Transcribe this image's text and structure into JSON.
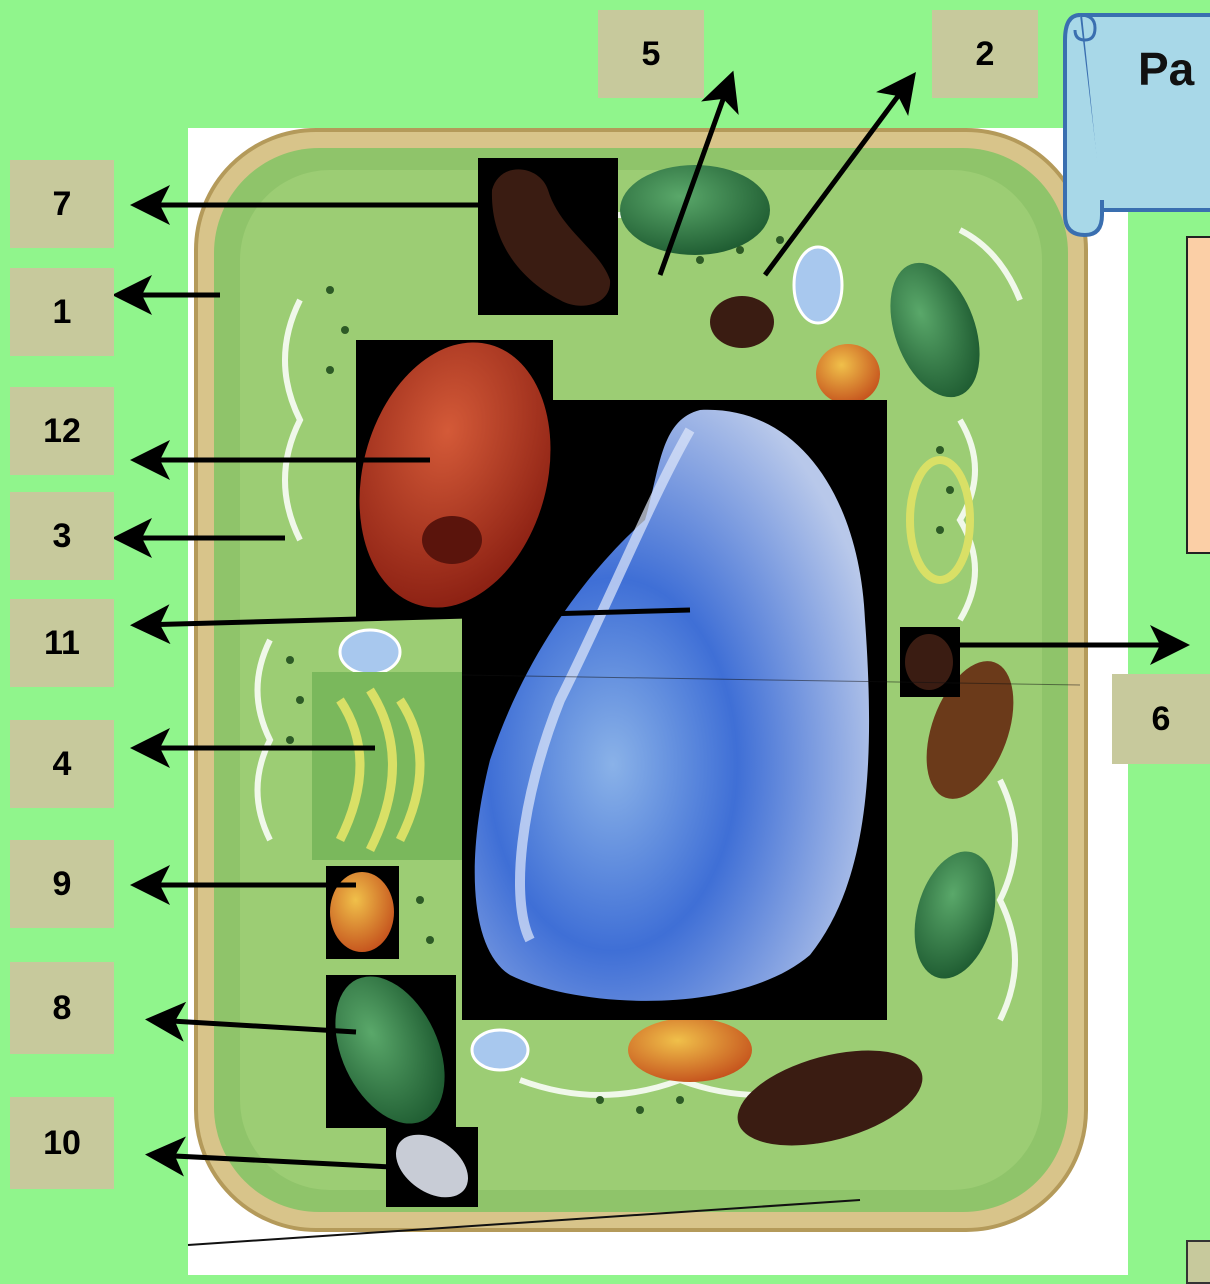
{
  "scroll_title": "Pa",
  "labels": {
    "l1": "1",
    "l2": "2",
    "l3": "3",
    "l4": "4",
    "l5": "5",
    "l6": "6",
    "l7": "7",
    "l8": "8",
    "l9": "9",
    "l10": "10",
    "l11": "11",
    "l12": "12"
  },
  "colors": {
    "background": "#90f58c",
    "label_box": "#c7c99c",
    "cytoplasm": "#8fc46a",
    "cell_wall": "#d8c48a",
    "vacuole": "#3f6fd6",
    "nucleus": "#b3301f",
    "chloroplast": "#2e7a45",
    "mitochondrion": "#3a1c12",
    "scroll": "#a8d8e8",
    "info_box": "#fbcfa6"
  }
}
